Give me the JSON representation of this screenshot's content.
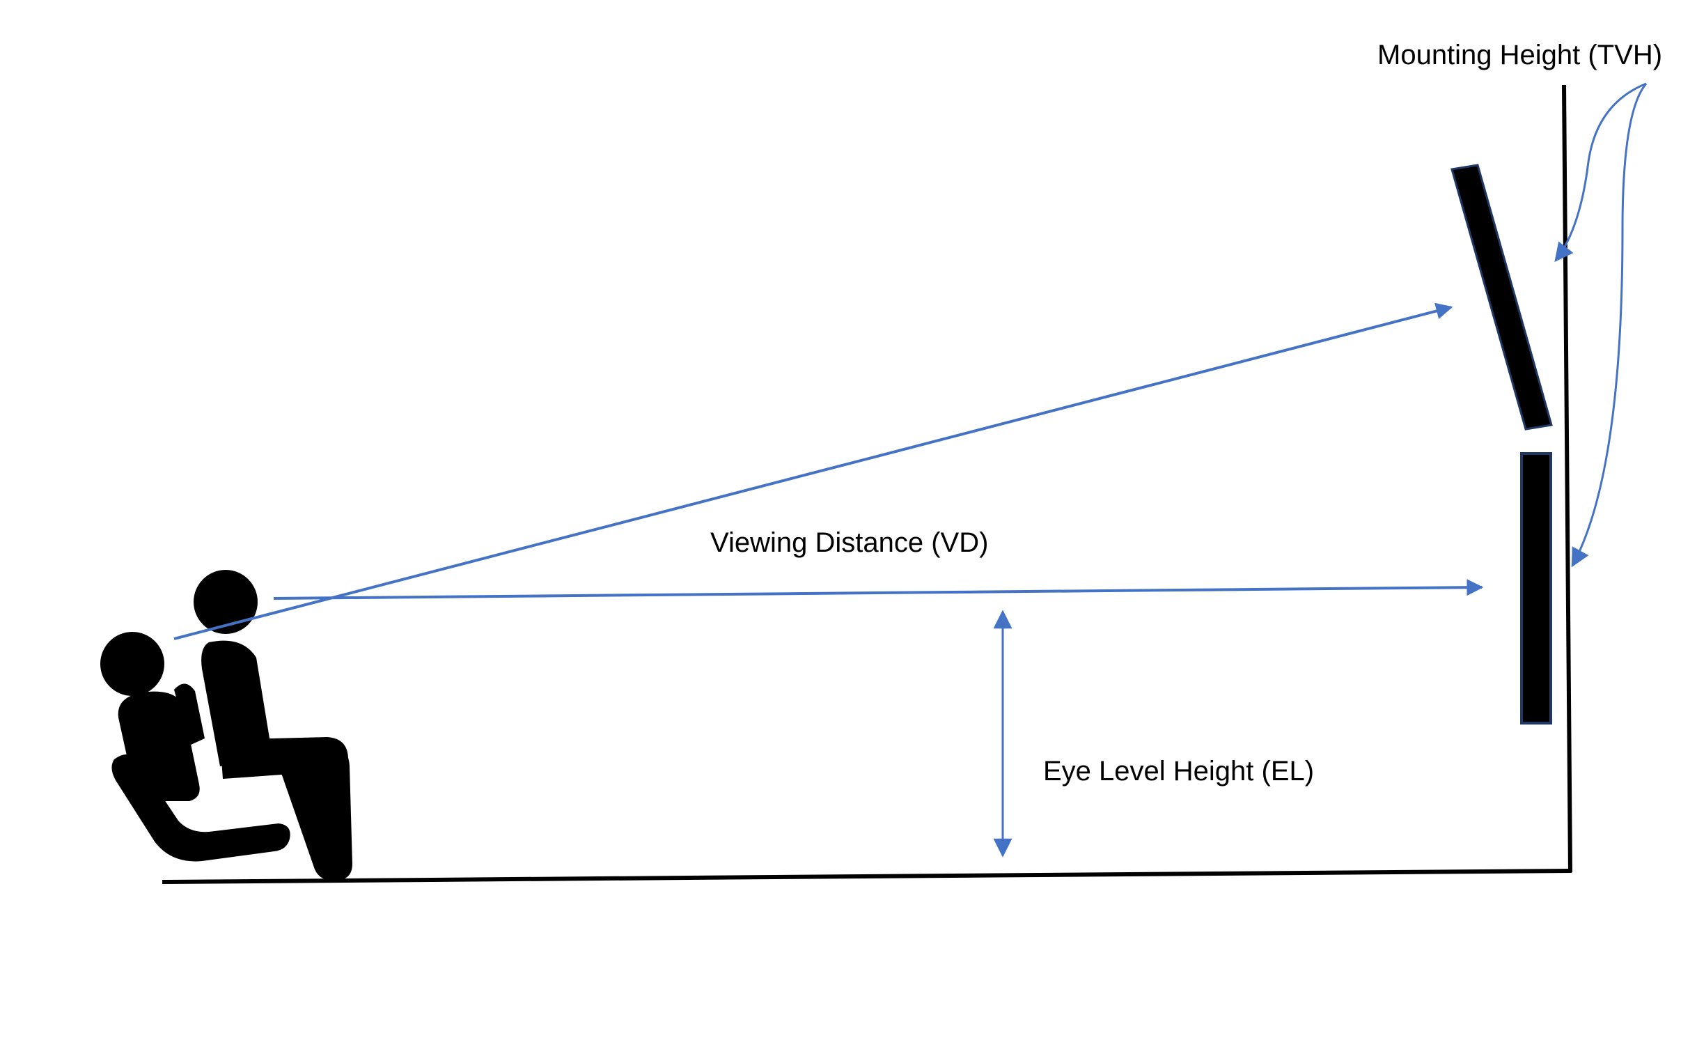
{
  "labels": {
    "mounting_height": "Mounting Height (TVH)",
    "viewing_distance": "Viewing Distance (VD)",
    "eye_level_height": "Eye Level Height (EL)"
  },
  "colors": {
    "line": "#000000",
    "arrow": "#4472C4",
    "figure": "#000000",
    "background": "#ffffff"
  }
}
